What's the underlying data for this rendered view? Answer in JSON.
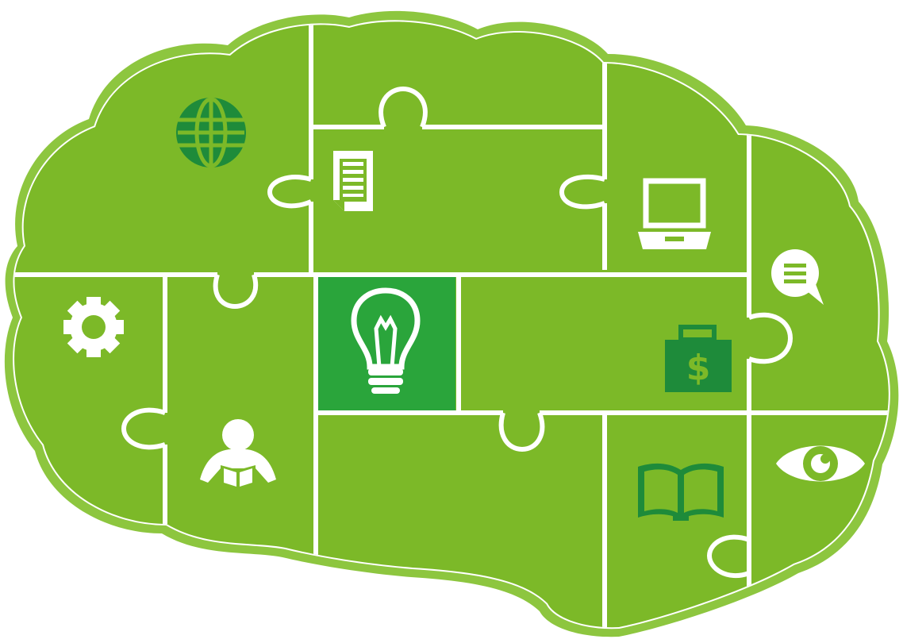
{
  "colors": {
    "outer_ring": "#8dc63f",
    "brain_fill": "#7cb928",
    "highlight_piece": "#2aa53b",
    "dark_green_icon": "#1e8b3a",
    "white": "#ffffff"
  },
  "diagram": {
    "pieces": [
      {
        "name": "piece-globe"
      },
      {
        "name": "piece-top-center"
      },
      {
        "name": "piece-document"
      },
      {
        "name": "piece-laptop"
      },
      {
        "name": "piece-chat"
      },
      {
        "name": "piece-gear"
      },
      {
        "name": "piece-reader"
      },
      {
        "name": "piece-lightbulb"
      },
      {
        "name": "piece-briefcase"
      },
      {
        "name": "piece-bottom-center"
      },
      {
        "name": "piece-book"
      },
      {
        "name": "piece-eye"
      }
    ],
    "icons": [
      {
        "name": "globe-icon",
        "color": "#1e8b3a"
      },
      {
        "name": "document-icon",
        "color": "#ffffff"
      },
      {
        "name": "laptop-icon",
        "color": "#ffffff"
      },
      {
        "name": "chat-bubble-icon",
        "color": "#ffffff"
      },
      {
        "name": "gear-icon",
        "color": "#ffffff"
      },
      {
        "name": "lightbulb-icon",
        "color": "#ffffff"
      },
      {
        "name": "dollar-briefcase-icon",
        "color": "#1e8b3a"
      },
      {
        "name": "person-reading-icon",
        "color": "#ffffff"
      },
      {
        "name": "open-book-icon",
        "color": "#1e8b3a"
      },
      {
        "name": "eye-icon",
        "color": "#ffffff"
      }
    ],
    "briefcase_symbol": "$"
  }
}
